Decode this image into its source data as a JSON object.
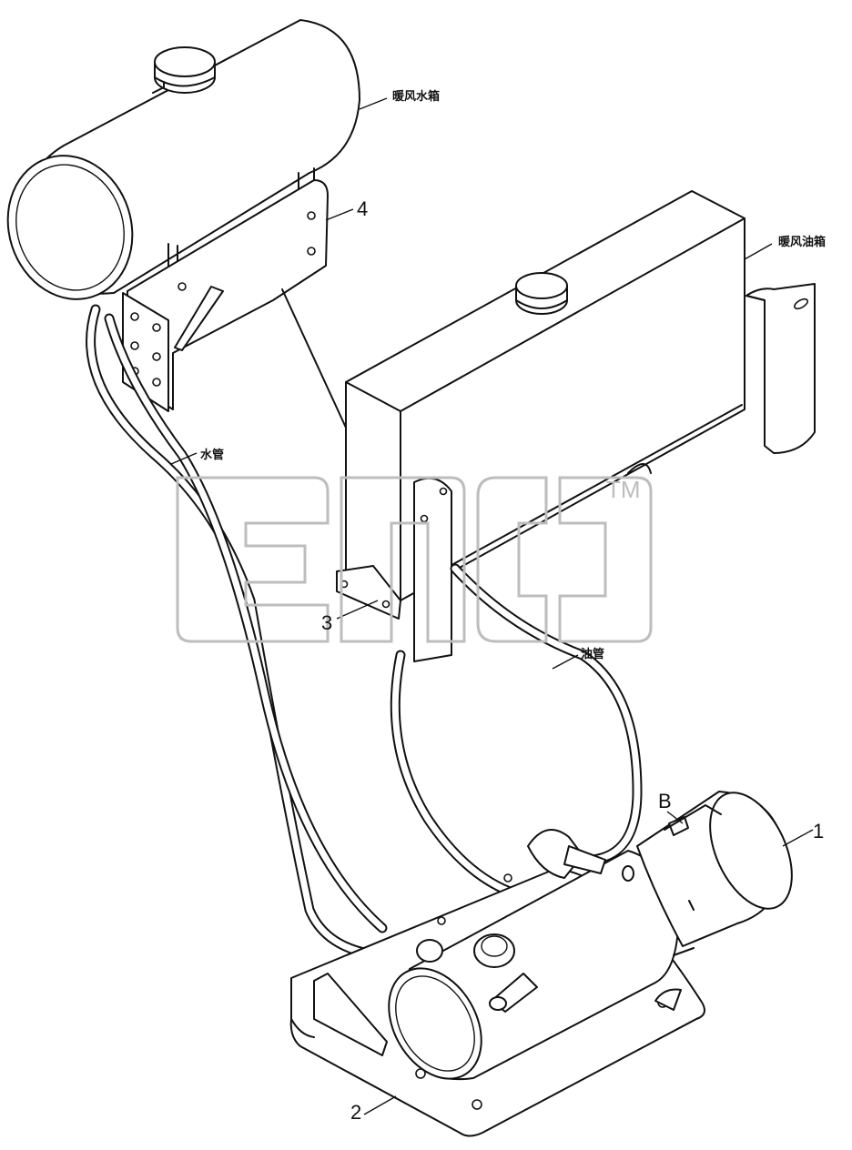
{
  "labels": {
    "water_tank": "暖风水箱",
    "oil_tank": "暖风油箱",
    "water_pipe": "水管",
    "oil_pipe": "油管"
  },
  "callouts": {
    "p1": "1",
    "p2": "2",
    "p3": "3",
    "p4": "4",
    "pB": "B"
  },
  "watermark": {
    "trademark": "TM"
  }
}
